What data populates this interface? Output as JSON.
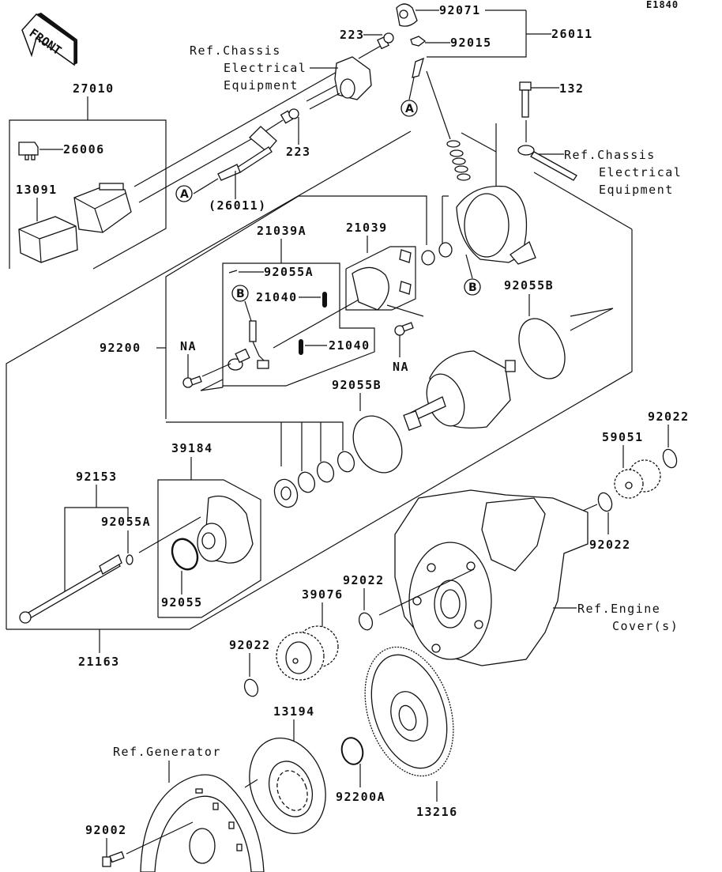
{
  "diagram": {
    "code": "E1840",
    "front_marker": "FRONT",
    "callouts": {
      "A_top": "A",
      "A_left": "A",
      "B_mid": "B",
      "B_left": "B"
    },
    "parts": {
      "p92071": "92071",
      "p223_top": "223",
      "p92015": "92015",
      "p26011": "26011",
      "p132": "132",
      "p27010": "27010",
      "p26006": "26006",
      "p13091": "13091",
      "p223_mid": "223",
      "p26011_paren": "(26011)",
      "p21039A": "21039A",
      "p21039": "21039",
      "p92055A_top": "92055A",
      "p21040_a": "21040",
      "p21040_b": "21040",
      "pNA_left": "NA",
      "pNA_right": "NA",
      "p92200": "92200",
      "p92055B_right": "92055B",
      "p92055B_mid": "92055B",
      "p92022_tr": "92022",
      "p59051": "59051",
      "p92022_r": "92022",
      "p39184": "39184",
      "p92153": "92153",
      "p92055A_low": "92055A",
      "p92055": "92055",
      "p21163": "21163",
      "p92022_mid": "92022",
      "p39076": "39076",
      "p92022_left": "92022",
      "p13194": "13194",
      "p92200A": "92200A",
      "p13216": "13216",
      "p92002": "92002"
    },
    "references": {
      "chassis_top": [
        "Ref.Chassis",
        "Electrical",
        "Equipment"
      ],
      "chassis_right": [
        "Ref.Chassis",
        "Electrical",
        "Equipment"
      ],
      "engine_cover": [
        "Ref.Engine",
        "Cover(s)"
      ],
      "generator": "Ref.Generator"
    }
  }
}
